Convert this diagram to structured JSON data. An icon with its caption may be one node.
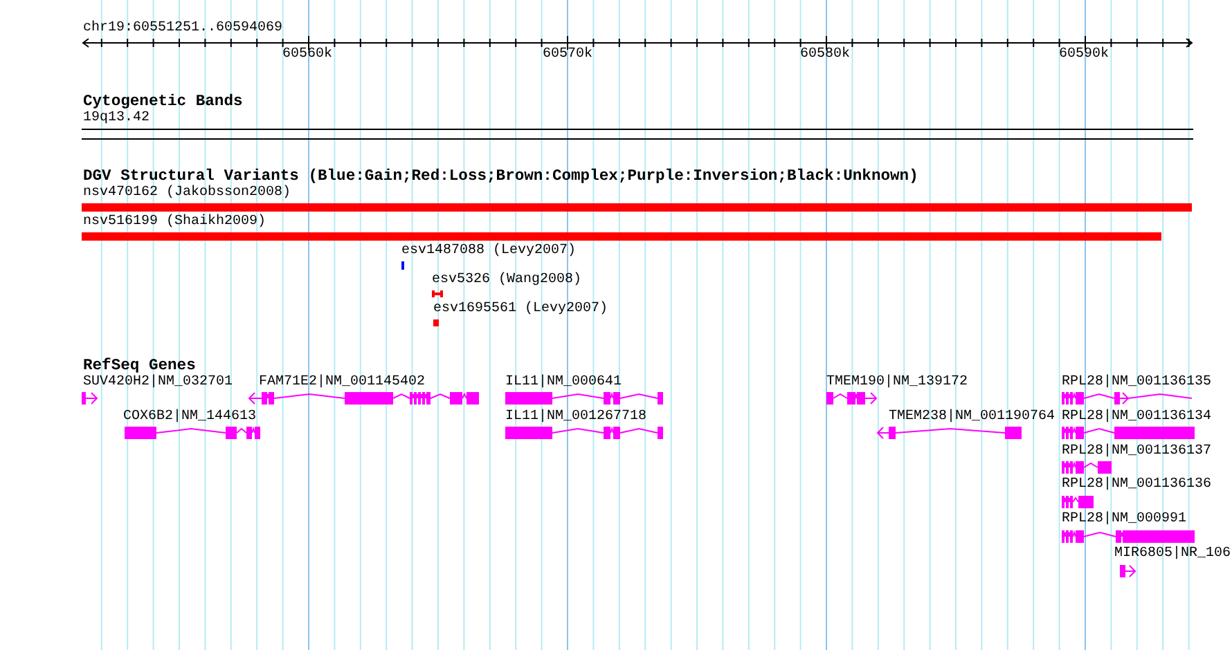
{
  "diagram": {
    "title": "chr19:60551251..60594069",
    "labels": [
      "60560k",
      "60570k",
      "60580k",
      "60590k",
      "Cytogenetic Bands",
      "19q13.42",
      "DGV Structural Variants (Blue:Gain;Red:Loss;Brown:Complex;Purple:Inversion;Black:Unknown)",
      "nsv470162 (Jakobsson2008)",
      "nsv516199 (Shaikh2009)",
      "esv1487088 (Levy2007)",
      "esv5326 (Wang2008)",
      "esv1695561 (Levy2007)",
      "RefSeq Genes",
      "SUV420H2|NM_032701",
      "FAM71E2|NM_001145402",
      "IL11|NM_000641",
      "TMEM190|NM_139172",
      "RPL28|NM_001136135",
      "COX6B2|NM_144613",
      "IL11|NM_001267718",
      "TMEM238|NM_001190764",
      "RPL28|NM_001136134",
      "RPL28|NM_001136137",
      "RPL28|NM_001136136",
      "RPL28|NM_000991",
      "MIR6805|NR_106"
    ]
  }
}
